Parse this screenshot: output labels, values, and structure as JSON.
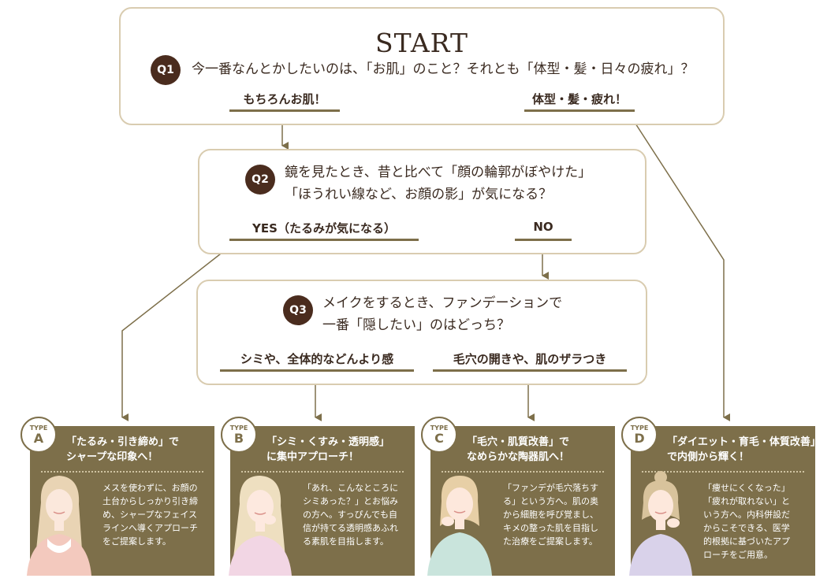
{
  "start": {
    "title": "START",
    "q_badge": "Q1",
    "question": "今一番なんとかしたいのは、「お肌」のこと？それとも「体型・髪・日々の疲れ」？",
    "answer_left": "もちろんお肌！",
    "answer_right": "体型・髪・疲れ！"
  },
  "q2": {
    "badge": "Q2",
    "line1": "鏡を見たとき、昔と比べて「顔の輪郭がぼやけた」",
    "line2": "「ほうれい線など、お顔の影」が気になる？",
    "answer_yes": "YES（たるみが気になる）",
    "answer_no": "NO"
  },
  "q3": {
    "badge": "Q3",
    "line1": "メイクをするとき、ファンデーションで",
    "line2": "一番「隠したい」のはどっち？",
    "answer_left": "シミや、全体的などんより感",
    "answer_right": "毛穴の開きや、肌のザラつき"
  },
  "types": [
    {
      "label": "TYPE",
      "letter": "A",
      "heading1": "「たるみ・引き締め」で",
      "heading2": "シャープな印象へ！",
      "body": "メスを使わずに、お顔の\n土台からしっかり引き締\nめ、シャープなフェイス\nラインへ導くアプローチ\nをご提案します。"
    },
    {
      "label": "TYPE",
      "letter": "B",
      "heading1": "「シミ・くすみ・透明感」",
      "heading2": "に集中アプローチ！",
      "body": "「あれ、こんなところに\nシミあった？」とお悩み\nの方へ。すっぴんでも自\n信が持てる透明感あふれ\nる素肌を目指します。"
    },
    {
      "label": "TYPE",
      "letter": "C",
      "heading1": "「毛穴・肌質改善」で",
      "heading2": "なめらかな陶器肌へ！",
      "body": "「ファンデが毛穴落ちす\nる」という方へ。肌の奥\nから細胞を呼び覚まし、\nキメの整った肌を目指し\nた治療をご提案します。"
    },
    {
      "label": "TYPE",
      "letter": "D",
      "heading1": "「ダイエット・育毛・体質改善」",
      "heading2": "で内側から輝く！",
      "body": "「痩せにくくなった」\n「疲れが取れない」と\nいう方へ。内科併設だ\nからこそできる、医学\n的根拠に基づいたアプ\nローチをご用意。"
    }
  ],
  "colors": {
    "card": "#7d6f4a",
    "box_border": "#d9ccb0",
    "badge": "#4a2c1e",
    "text": "#3a2a20"
  }
}
